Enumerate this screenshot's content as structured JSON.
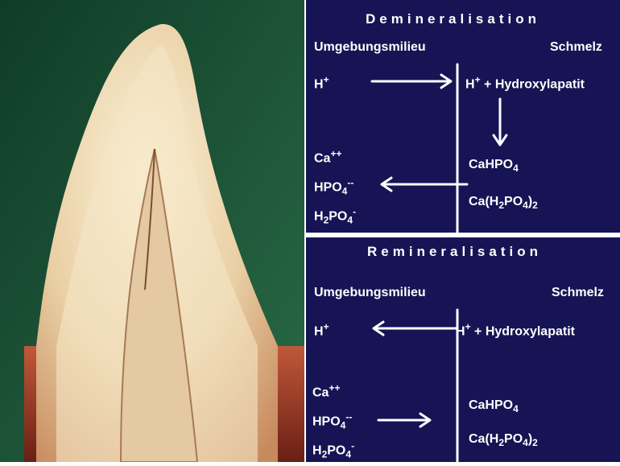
{
  "demineralisation": {
    "title": "Demineralisation",
    "left_header": "Umgebungsmilieu",
    "right_header": "Schmelz",
    "h_left": "H",
    "h_left_charge": "+",
    "h_right": "H",
    "h_right_charge": "+",
    "plus": "+",
    "hydroxylapatit": "Hydroxylapatit",
    "ca": "Ca",
    "ca_charge": "++",
    "hpo": "HPO",
    "hpo_sub": "4",
    "hpo_charge": "--",
    "h2po_h": "H",
    "h2po_sub1": "2",
    "h2po_po": "PO",
    "h2po_sub2": "4",
    "h2po_charge": "-",
    "cahpo": "CaHPO",
    "cahpo_sub": "4",
    "cah2po_pre": "Ca(H",
    "cah2po_sub1": "2",
    "cah2po_mid": "PO",
    "cah2po_sub2": "4",
    "cah2po_close": ")",
    "cah2po_sub3": "2"
  },
  "remineralisation": {
    "title": "Remineralisation",
    "left_header": "Umgebungsmilieu",
    "right_header": "Schmelz",
    "h_left": "H",
    "h_left_charge": "+",
    "h_right": "H",
    "h_right_charge": "+",
    "plus": "+",
    "hydroxylapatit": "Hydroxylapatit",
    "ca": "Ca",
    "ca_charge": "++",
    "hpo": "HPO",
    "hpo_sub": "4",
    "hpo_charge": "--",
    "h2po_h": "H",
    "h2po_sub1": "2",
    "h2po_po": "PO",
    "h2po_sub2": "4",
    "h2po_charge": "-",
    "cahpo": "CaHPO",
    "cahpo_sub": "4",
    "cah2po_pre": "Ca(H",
    "cah2po_sub1": "2",
    "cah2po_mid": "PO",
    "cah2po_sub2": "4",
    "cah2po_close": ")",
    "cah2po_sub3": "2"
  },
  "colors": {
    "panel": "#161454",
    "photo_background": "#1f5a3a",
    "tooth_light": "#f3e3c2",
    "tooth_root": "#9a3a25"
  }
}
